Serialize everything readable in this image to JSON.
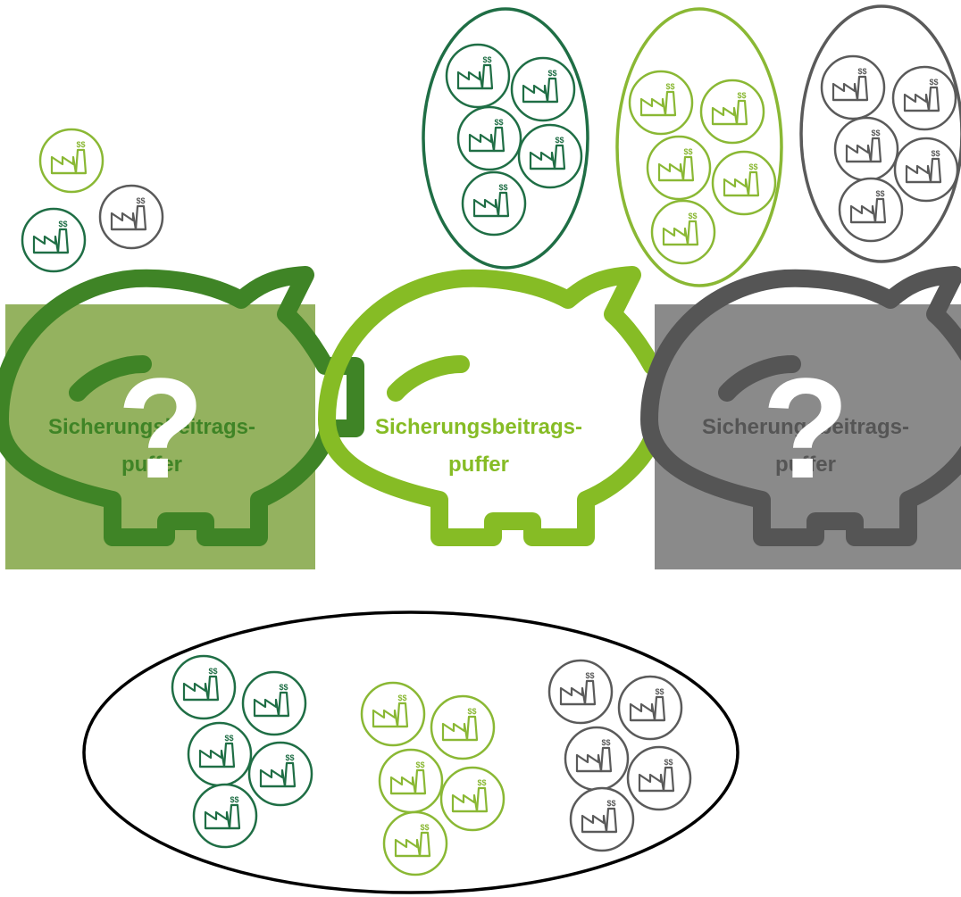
{
  "colors": {
    "dark_green": "#1f6e45",
    "light_green": "#8ab834",
    "gray": "#5a5a5a",
    "pig_dark_green": "#3f8426",
    "pig_light_green": "#86bc25",
    "pig_gray": "#555555",
    "panel_green": "#94b25f",
    "panel_gray": "#8a8a8a",
    "big_ellipse": "#000000"
  },
  "icon": "factory-icon",
  "piggy_banks": [
    {
      "id": "left",
      "line1": "Sicherungsbeitrags-",
      "line2": "puffer",
      "question": "?",
      "color": "dark-green",
      "background": "green-panel"
    },
    {
      "id": "middle",
      "line1": "Sicherungsbeitrags-",
      "line2": "puffer",
      "color": "light-green",
      "background": "none"
    },
    {
      "id": "right",
      "line1": "Sicherungsbeitrags-",
      "line2": "puffer",
      "question": "?",
      "color": "gray",
      "background": "gray-panel"
    }
  ],
  "groups": {
    "standalone_factories": [
      "light-green",
      "dark-green",
      "gray"
    ],
    "top_pools": [
      {
        "color": "dark-green",
        "factory_count": 5
      },
      {
        "color": "light-green",
        "factory_count": 5
      },
      {
        "color": "gray",
        "factory_count": 5
      }
    ],
    "combined_pool": {
      "clusters": [
        {
          "color": "dark-green",
          "factory_count": 5
        },
        {
          "color": "light-green",
          "factory_count": 5
        },
        {
          "color": "gray",
          "factory_count": 5
        }
      ]
    }
  }
}
